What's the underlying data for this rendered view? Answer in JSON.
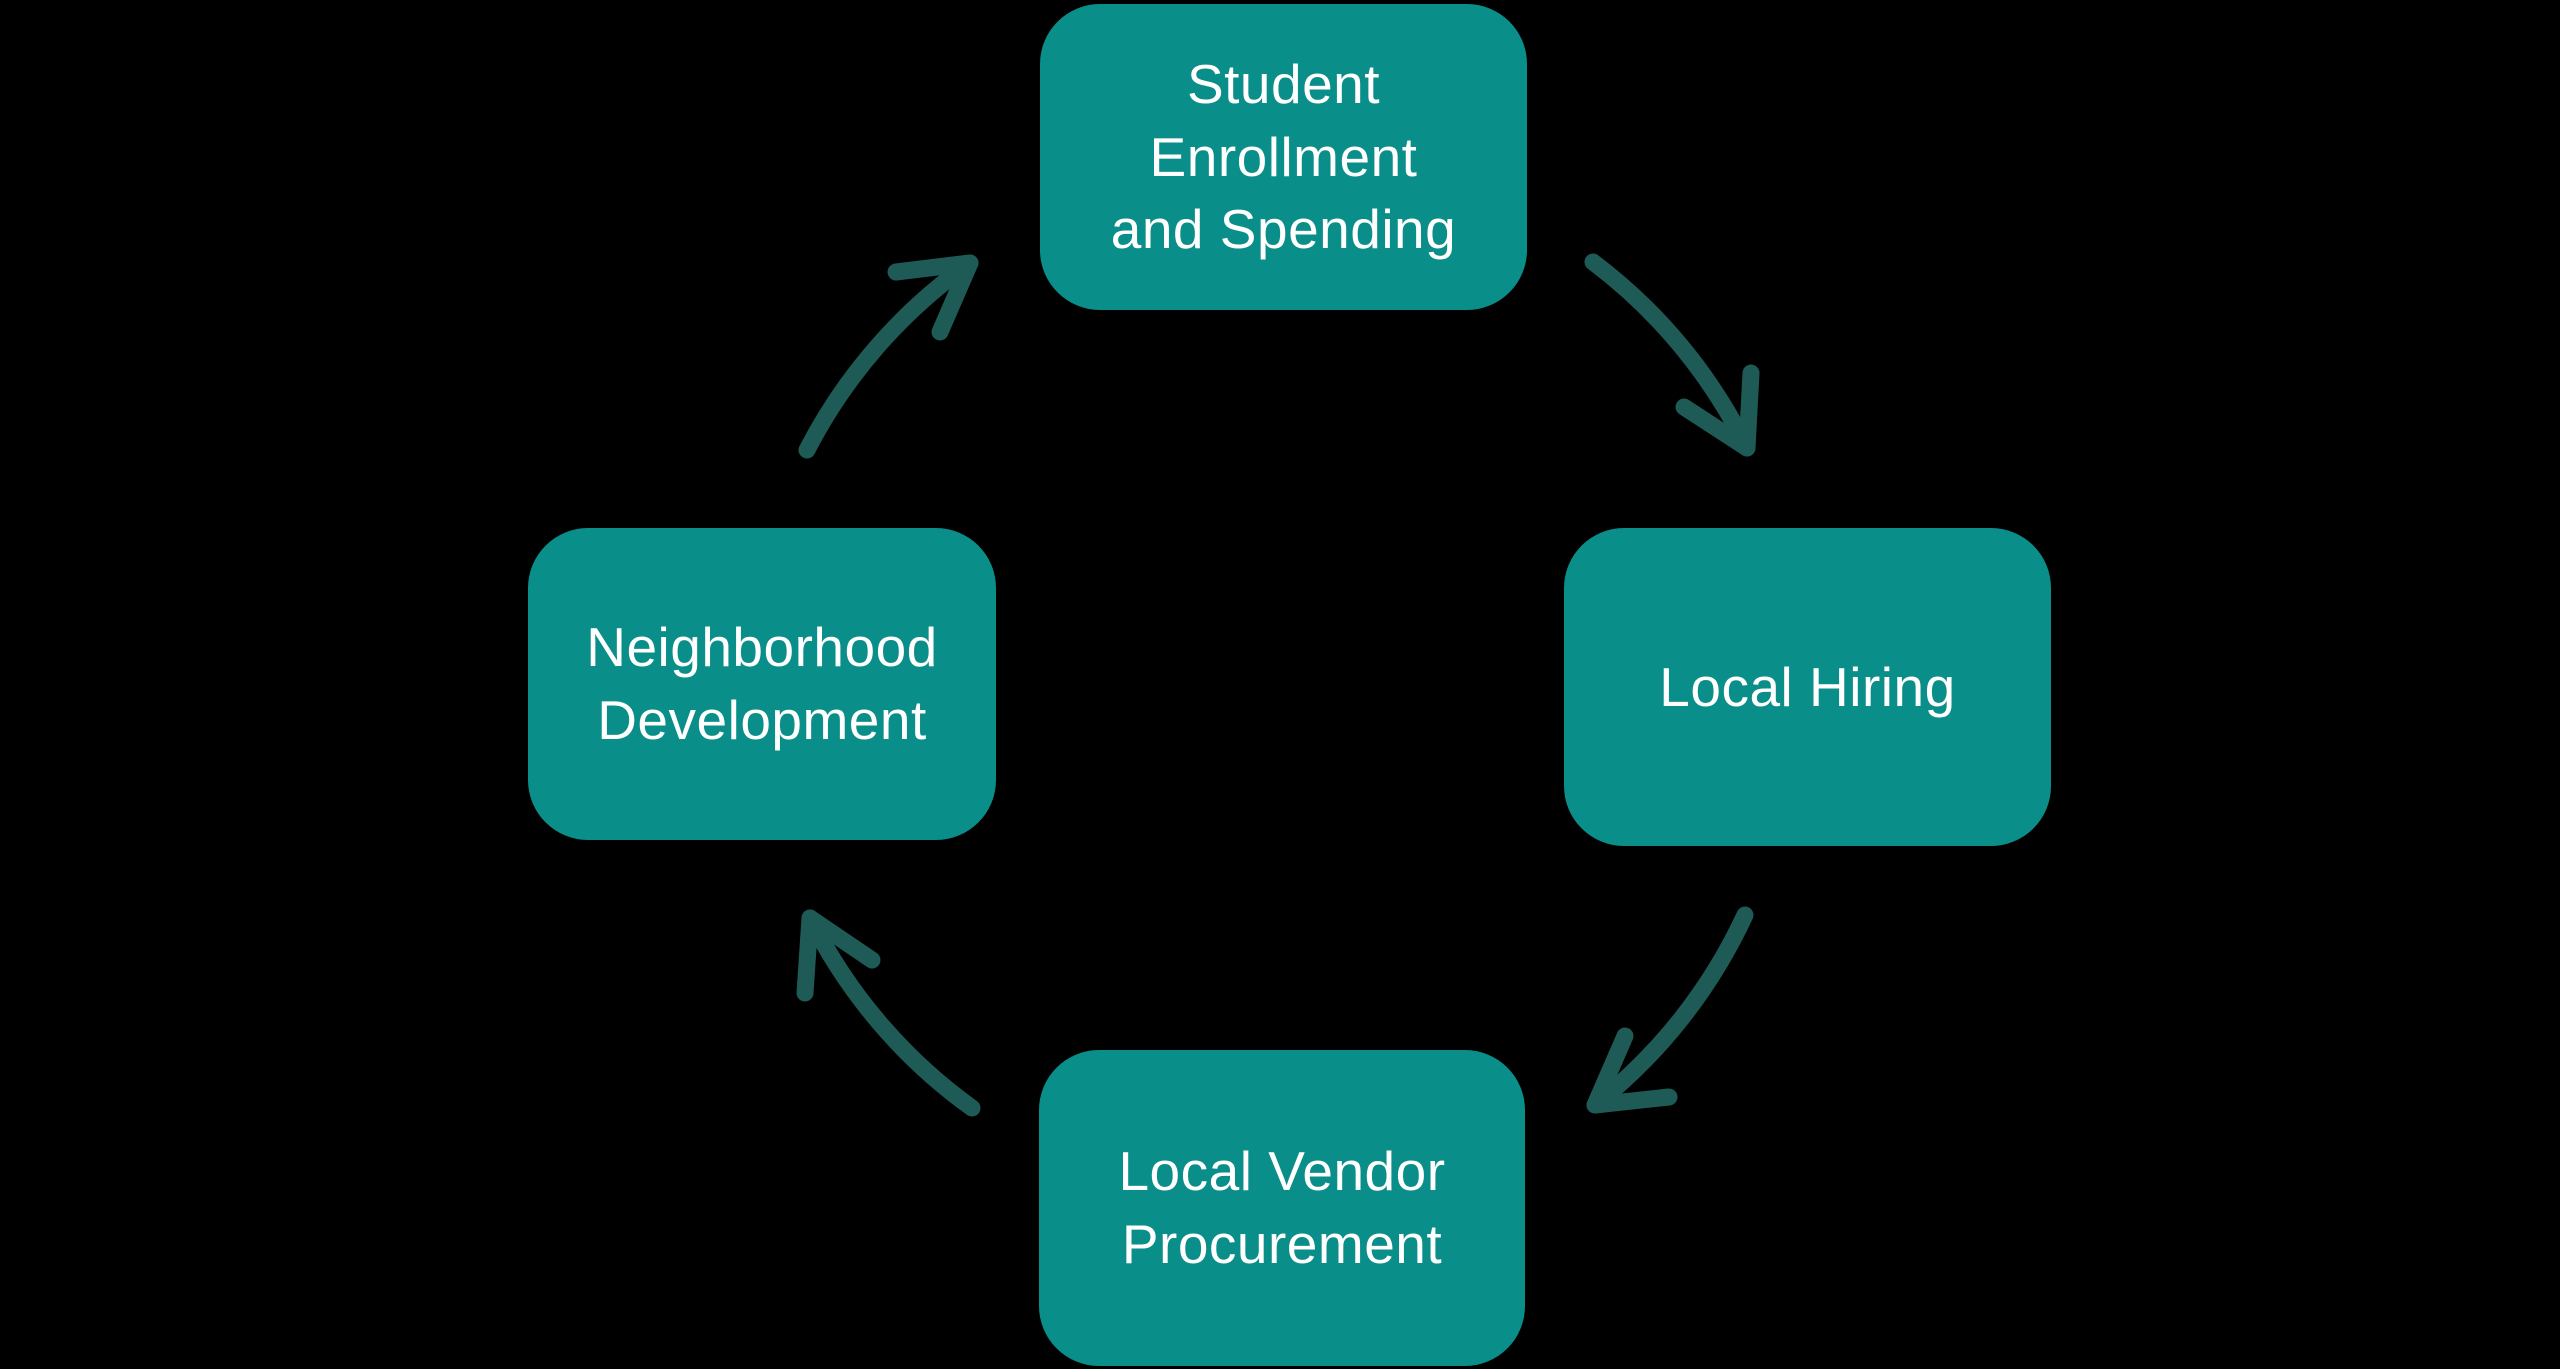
{
  "diagram": {
    "type": "cycle",
    "direction": "clockwise",
    "nodes": [
      {
        "id": "student-enrollment-and-spending",
        "position": "top",
        "label": "Student\nEnrollment\nand Spending"
      },
      {
        "id": "local-hiring",
        "position": "right",
        "label": "Local Hiring"
      },
      {
        "id": "local-vendor-procurement",
        "position": "bottom",
        "label": "Local Vendor\nProcurement"
      },
      {
        "id": "neighborhood-development",
        "position": "left",
        "label": "Neighborhood\nDevelopment"
      }
    ],
    "connections": [
      {
        "from": "student-enrollment-and-spending",
        "to": "local-hiring"
      },
      {
        "from": "local-hiring",
        "to": "local-vendor-procurement"
      },
      {
        "from": "local-vendor-procurement",
        "to": "neighborhood-development"
      },
      {
        "from": "neighborhood-development",
        "to": "student-enrollment-and-spending"
      }
    ]
  },
  "colors": {
    "background": "#000000",
    "node_fill": "#0A8E89",
    "node_text": "#FFFFFF",
    "arrow_color": "#1F5B56"
  }
}
